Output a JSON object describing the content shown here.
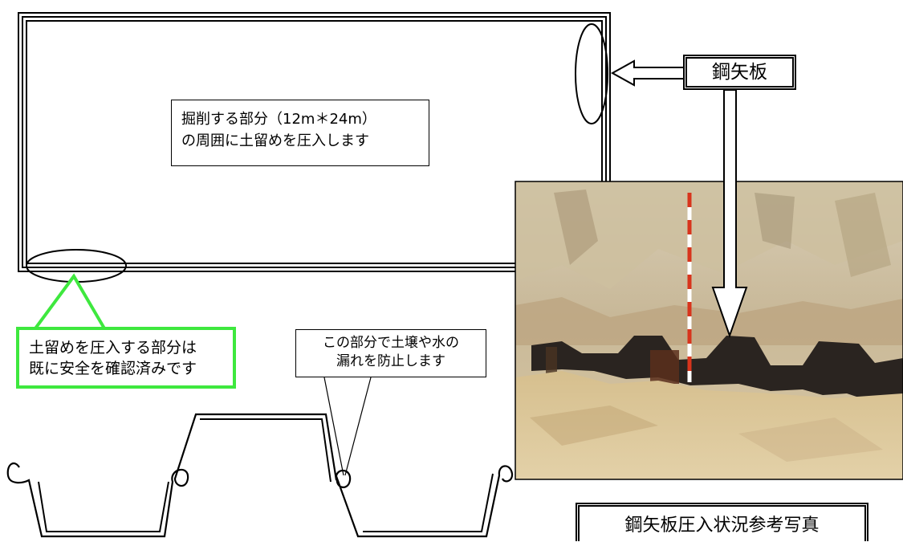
{
  "pit_description": {
    "line1": "掘削する部分（12m＊24m）",
    "line2": "の周囲に土留めを圧入します"
  },
  "confirmed_area": {
    "line1": "土留めを圧入する部分は",
    "line2": "既に安全を確認済みです"
  },
  "joint_note": {
    "line1": "この部分で土壌や水の",
    "line2": "漏れを防止します"
  },
  "sheet_pile_label": "鋼矢板",
  "photo_caption": "鋼矢板圧入状況参考写真",
  "colors": {
    "highlight_green": "#3ee83e",
    "outline": "#000000",
    "background": "#ffffff"
  }
}
